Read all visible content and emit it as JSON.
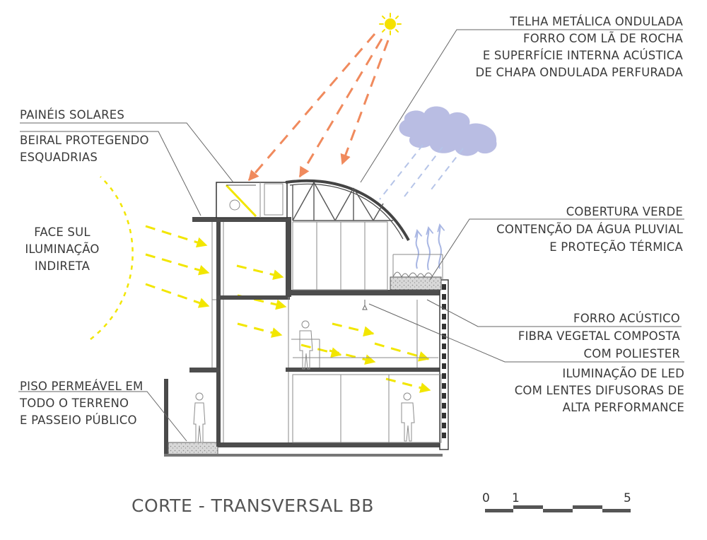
{
  "title": "CORTE - TRANSVERSAL BB",
  "labels": {
    "telha": [
      "TELHA METÁLICA ONDULADA",
      "FORRO COM LÃ DE ROCHA",
      "E SUPERFÍCIE INTERNA ACÚSTICA",
      "DE CHAPA ONDULADA PERFURADA"
    ],
    "paineis": [
      "PAINÉIS SOLARES"
    ],
    "beiral": [
      "BEIRAL PROTEGENDO",
      "ESQUADRIAS"
    ],
    "face_sul": [
      "FACE SUL",
      "ILUMINAÇÃO",
      "INDIRETA"
    ],
    "cobertura": [
      "COBERTURA VERDE",
      "CONTENÇÃO DA ÁGUA PLUVIAL",
      "E PROTEÇÃO TÉRMICA"
    ],
    "forro": [
      "FORRO ACÚSTICO",
      "FIBRA VEGETAL COMPOSTA",
      "COM POLIESTER"
    ],
    "led": [
      "ILUMINAÇÃO DE LED",
      "COM LENTES DIFUSORAS DE",
      "ALTA PERFORMANCE"
    ],
    "piso": [
      "PISO PERMEÁVEL EM",
      "TODO O TERRENO",
      "E PASSEIO PÚBLICO"
    ]
  },
  "scale_bar": {
    "ticks": [
      "0",
      "1",
      "5"
    ]
  },
  "colors": {
    "sun": "#f5e100",
    "sun_ray": "#f08a5d",
    "light_arrow": "#f2e600",
    "cloud": "#b9bde3",
    "rain": "#b5c4e8",
    "heat": "#a8b6e3",
    "wall": "#4a4a4a",
    "leader": "#666666"
  },
  "icons": {
    "sun": "sun-icon",
    "cloud": "cloud-icon",
    "person": "person-figure"
  }
}
